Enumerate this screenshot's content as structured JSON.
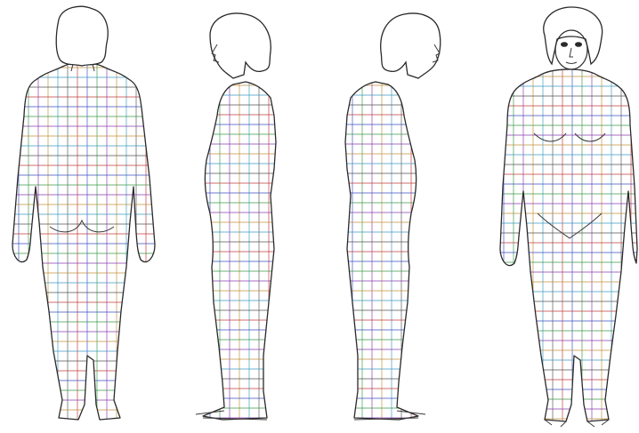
{
  "figure": {
    "views": [
      {
        "id": "back",
        "label": ""
      },
      {
        "id": "left-side",
        "label": ""
      },
      {
        "id": "right-side",
        "label": ""
      },
      {
        "id": "front",
        "label": ""
      }
    ],
    "grid": {
      "colors": [
        "#c23b3b",
        "#3b4fc2",
        "#3b9a4a",
        "#8a3bb0",
        "#c2903b",
        "#3b9ac2",
        "#555555"
      ],
      "style": "multi-colored measurement grid overlaid on body outline"
    },
    "background": "#ffffff",
    "outline_color": "#2a2a2a"
  }
}
